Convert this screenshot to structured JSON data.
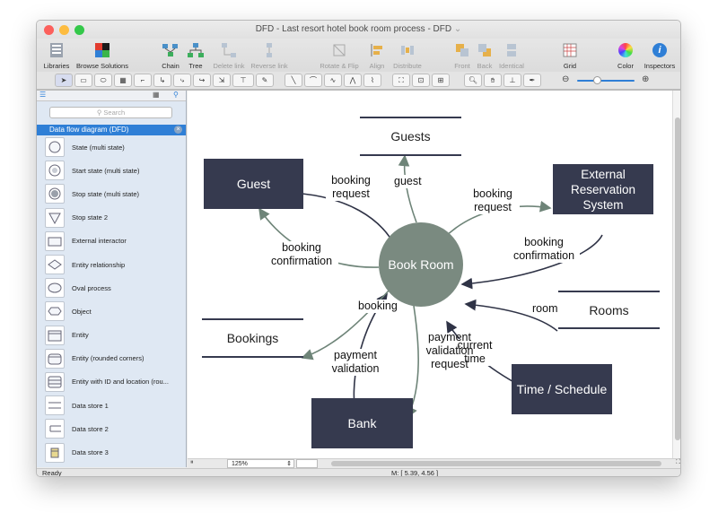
{
  "window": {
    "title": "DFD - Last resort hotel book room process - DFD"
  },
  "toolbar": {
    "libraries": "Libraries",
    "browse_solutions": "Browse Solutions",
    "chain": "Chain",
    "tree": "Tree",
    "delete_link": "Delete link",
    "reverse_link": "Reverse link",
    "rotate_flip": "Rotate & Flip",
    "align": "Align",
    "distribute": "Distribute",
    "front": "Front",
    "back": "Back",
    "identical": "Identical",
    "grid": "Grid",
    "color": "Color",
    "inspectors": "Inspectors"
  },
  "sidebar": {
    "search_placeholder": "Search",
    "section_title": "Data flow diagram (DFD)",
    "items": [
      {
        "label": "State (multi state)"
      },
      {
        "label": "Start state (multi state)"
      },
      {
        "label": "Stop state (multi state)"
      },
      {
        "label": "Stop state 2"
      },
      {
        "label": "External interactor"
      },
      {
        "label": "Entity relationship"
      },
      {
        "label": "Oval process"
      },
      {
        "label": "Object"
      },
      {
        "label": "Entity"
      },
      {
        "label": "Entity (rounded corners)"
      },
      {
        "label": "Entity with ID and location (rou..."
      },
      {
        "label": "Data store 1"
      },
      {
        "label": "Data store 2"
      },
      {
        "label": "Data store 3"
      }
    ]
  },
  "diagram": {
    "process": "Book Room",
    "entities": {
      "guest": "Guest",
      "external_reservation": "External Reservation System",
      "bank": "Bank",
      "time_schedule": "Time / Schedule"
    },
    "stores": {
      "guests": "Guests",
      "rooms": "Rooms",
      "bookings": "Bookings"
    },
    "flows": {
      "booking_request_in": "booking request",
      "guest_to_store": "guest",
      "booking_request_out": "booking request",
      "booking_confirmation_in": "booking confirmation",
      "room": "room",
      "current_time": "current time",
      "payment_validation_request": "payment validation request",
      "payment_validation": "payment validation",
      "booking_to_store": "booking",
      "booking_confirmation_out": "booking confirmation"
    }
  },
  "bottom": {
    "zoom": "125%",
    "status": "Ready",
    "mouse": "M: [ 5.39, 4.56 ]"
  },
  "colors": {
    "entity": "#363a4f",
    "process": "#7a8a80",
    "flow_out": "#6e8478",
    "flow_in": "#2f3346"
  }
}
